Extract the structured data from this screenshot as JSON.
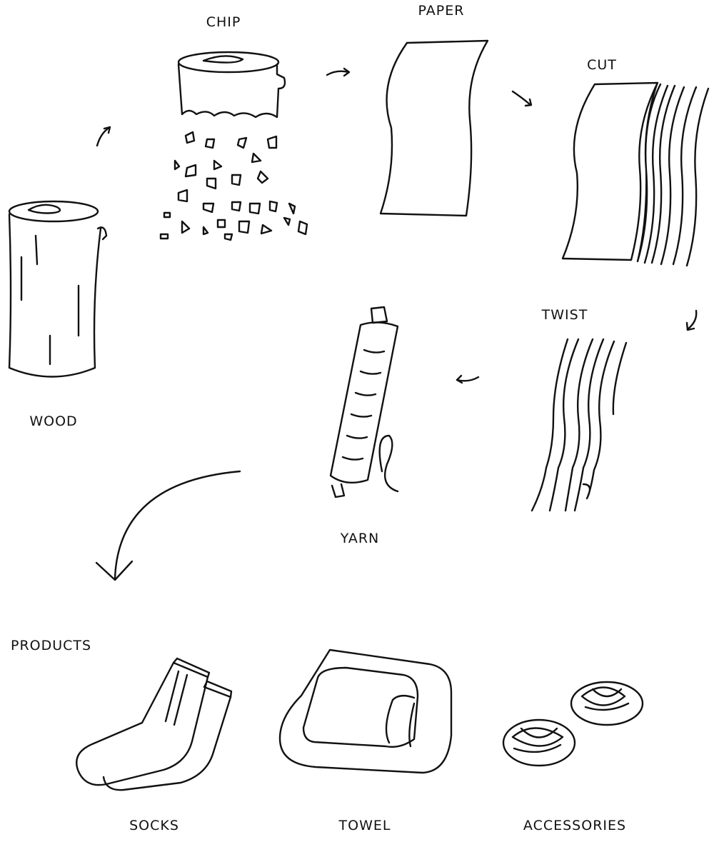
{
  "title": "Wood to paper yarn process",
  "steps": {
    "wood": "WOOD",
    "chip": "CHIP",
    "paper": "PAPER",
    "cut": "CUT",
    "twist": "TWIST",
    "yarn": "YARN"
  },
  "products": {
    "heading": "PRODUCTS",
    "items": [
      "SOCKS",
      "TOWEL",
      "ACCESSORIES"
    ]
  }
}
